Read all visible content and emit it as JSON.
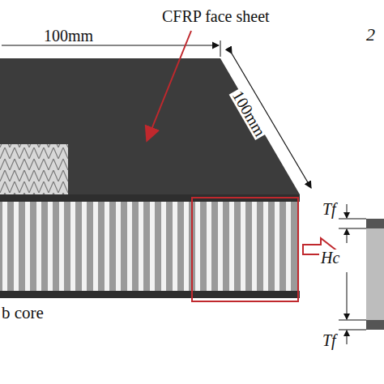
{
  "diagram": {
    "labels": [
      "CFRP face sheet",
      "100mm",
      "100mm",
      "2",
      "Tf",
      "Hc",
      "Tf",
      "b core"
    ]
  }
}
